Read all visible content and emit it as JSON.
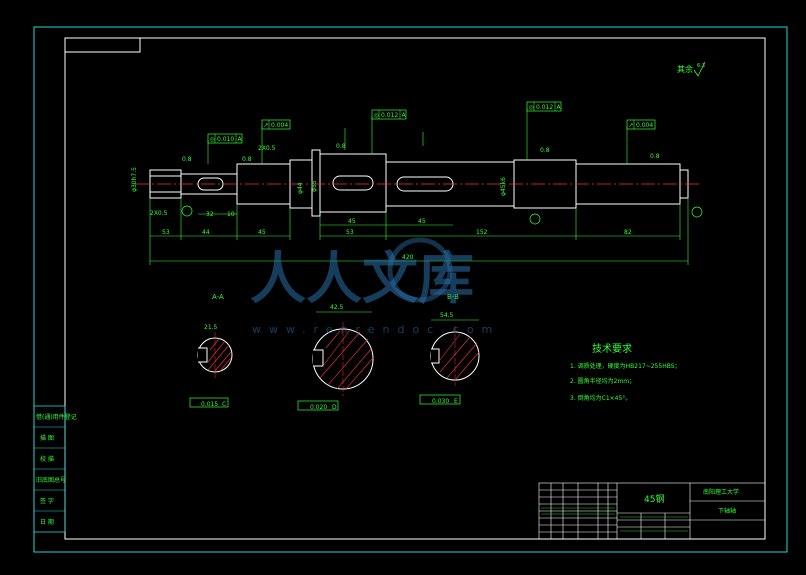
{
  "header_box_text": "",
  "notes": {
    "roughness": "其余",
    "roughness_value": "6.3"
  },
  "dimensions": {
    "d_left_end": "φ30h7.5",
    "chamfer_left": "2X0.5",
    "chamfer_mid": "2X0.5",
    "len_32": "32",
    "len_10": "10",
    "len_44": "44",
    "len_53_a": "53",
    "len_45_a": "45",
    "len_53_b": "53",
    "len_45_b": "45",
    "len_45_c": "45",
    "len_152": "152",
    "len_82": "82",
    "total_420": "420",
    "d_phi44": "φ44",
    "d_phi55": "φ55",
    "d_phi45": "φ45k6",
    "ra_1": "0.8",
    "ra_2": "0.8",
    "ra_3": "0.8",
    "ra_4": "0.8",
    "ra_5": "0.8"
  },
  "tolerance_frames": [
    {
      "sym": "◎",
      "value": "0.010",
      "datum": "A"
    },
    {
      "sym": "↗",
      "value": "0.004",
      "datum": ""
    },
    {
      "sym": "◎",
      "value": "0.012",
      "datum": "A"
    },
    {
      "sym": "◎",
      "value": "0.012",
      "datum": "A"
    },
    {
      "sym": "↗",
      "value": "0.004",
      "datum": ""
    }
  ],
  "sections": {
    "aa_label": "A-A",
    "bb_label": "B-B",
    "aa_dim": "21.5",
    "mid_dim": "42.5",
    "bb_dim": "54.5",
    "aa_tol": "0.015",
    "mid_tol": "0.020",
    "bb_tol": "0.030",
    "aa_datum": "C",
    "mid_datum": "D",
    "bb_datum": "E"
  },
  "tech_req": {
    "title": "技术要求",
    "items": [
      "1. 调质处理，硬度为HB217~255HBS；",
      "2. 圆角半径均为2mm；",
      "3. 倒角均为C1×45°。"
    ]
  },
  "left_stamps": [
    "借(通)用件登记",
    "描 图",
    "校 描",
    "旧底图总号",
    "签 字",
    "日 期"
  ],
  "title_block": {
    "material": "45钢",
    "school": "南阳理工大学",
    "part_name": "下轴轴"
  },
  "watermark": {
    "text": "人人文库",
    "url": "www.renrendoc.com"
  },
  "colors": {
    "frame": "#2ad4d4",
    "geometry": "#ffffff",
    "dimension": "#33ff33",
    "centerline": "#ff3030",
    "hatch": "#ff3030"
  }
}
